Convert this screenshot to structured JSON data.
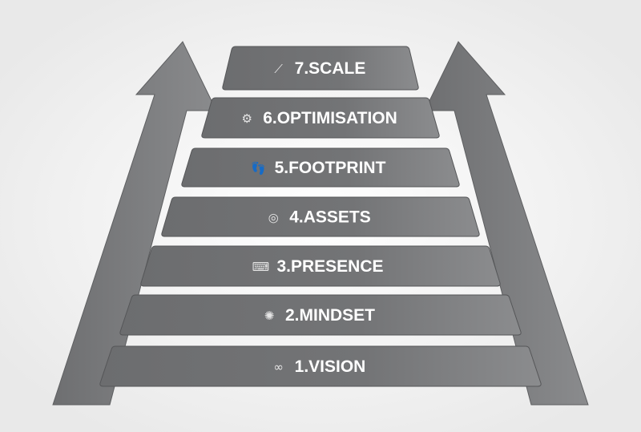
{
  "colors": {
    "step": "#6f7072",
    "step_light": "#8a8b8d",
    "arrow": "#757678",
    "background": "#f2f2f2"
  },
  "steps": [
    {
      "label": "7.SCALE",
      "icon": "stairs-growth-icon",
      "glyph": "⟋"
    },
    {
      "label": "6.OPTIMISATION",
      "icon": "gear-check-icon",
      "glyph": "⚙"
    },
    {
      "label": "5.FOOTPRINT",
      "icon": "footprints-icon",
      "glyph": "👣"
    },
    {
      "label": "4.ASSETS",
      "icon": "coin-cycle-icon",
      "glyph": "◎"
    },
    {
      "label": "3.PRESENCE",
      "icon": "laptop-globe-icon",
      "glyph": "⌨"
    },
    {
      "label": "2.MINDSET",
      "icon": "brain-icon",
      "glyph": "✺"
    },
    {
      "label": "1.VISION",
      "icon": "binoculars-icon",
      "glyph": "∞"
    }
  ]
}
